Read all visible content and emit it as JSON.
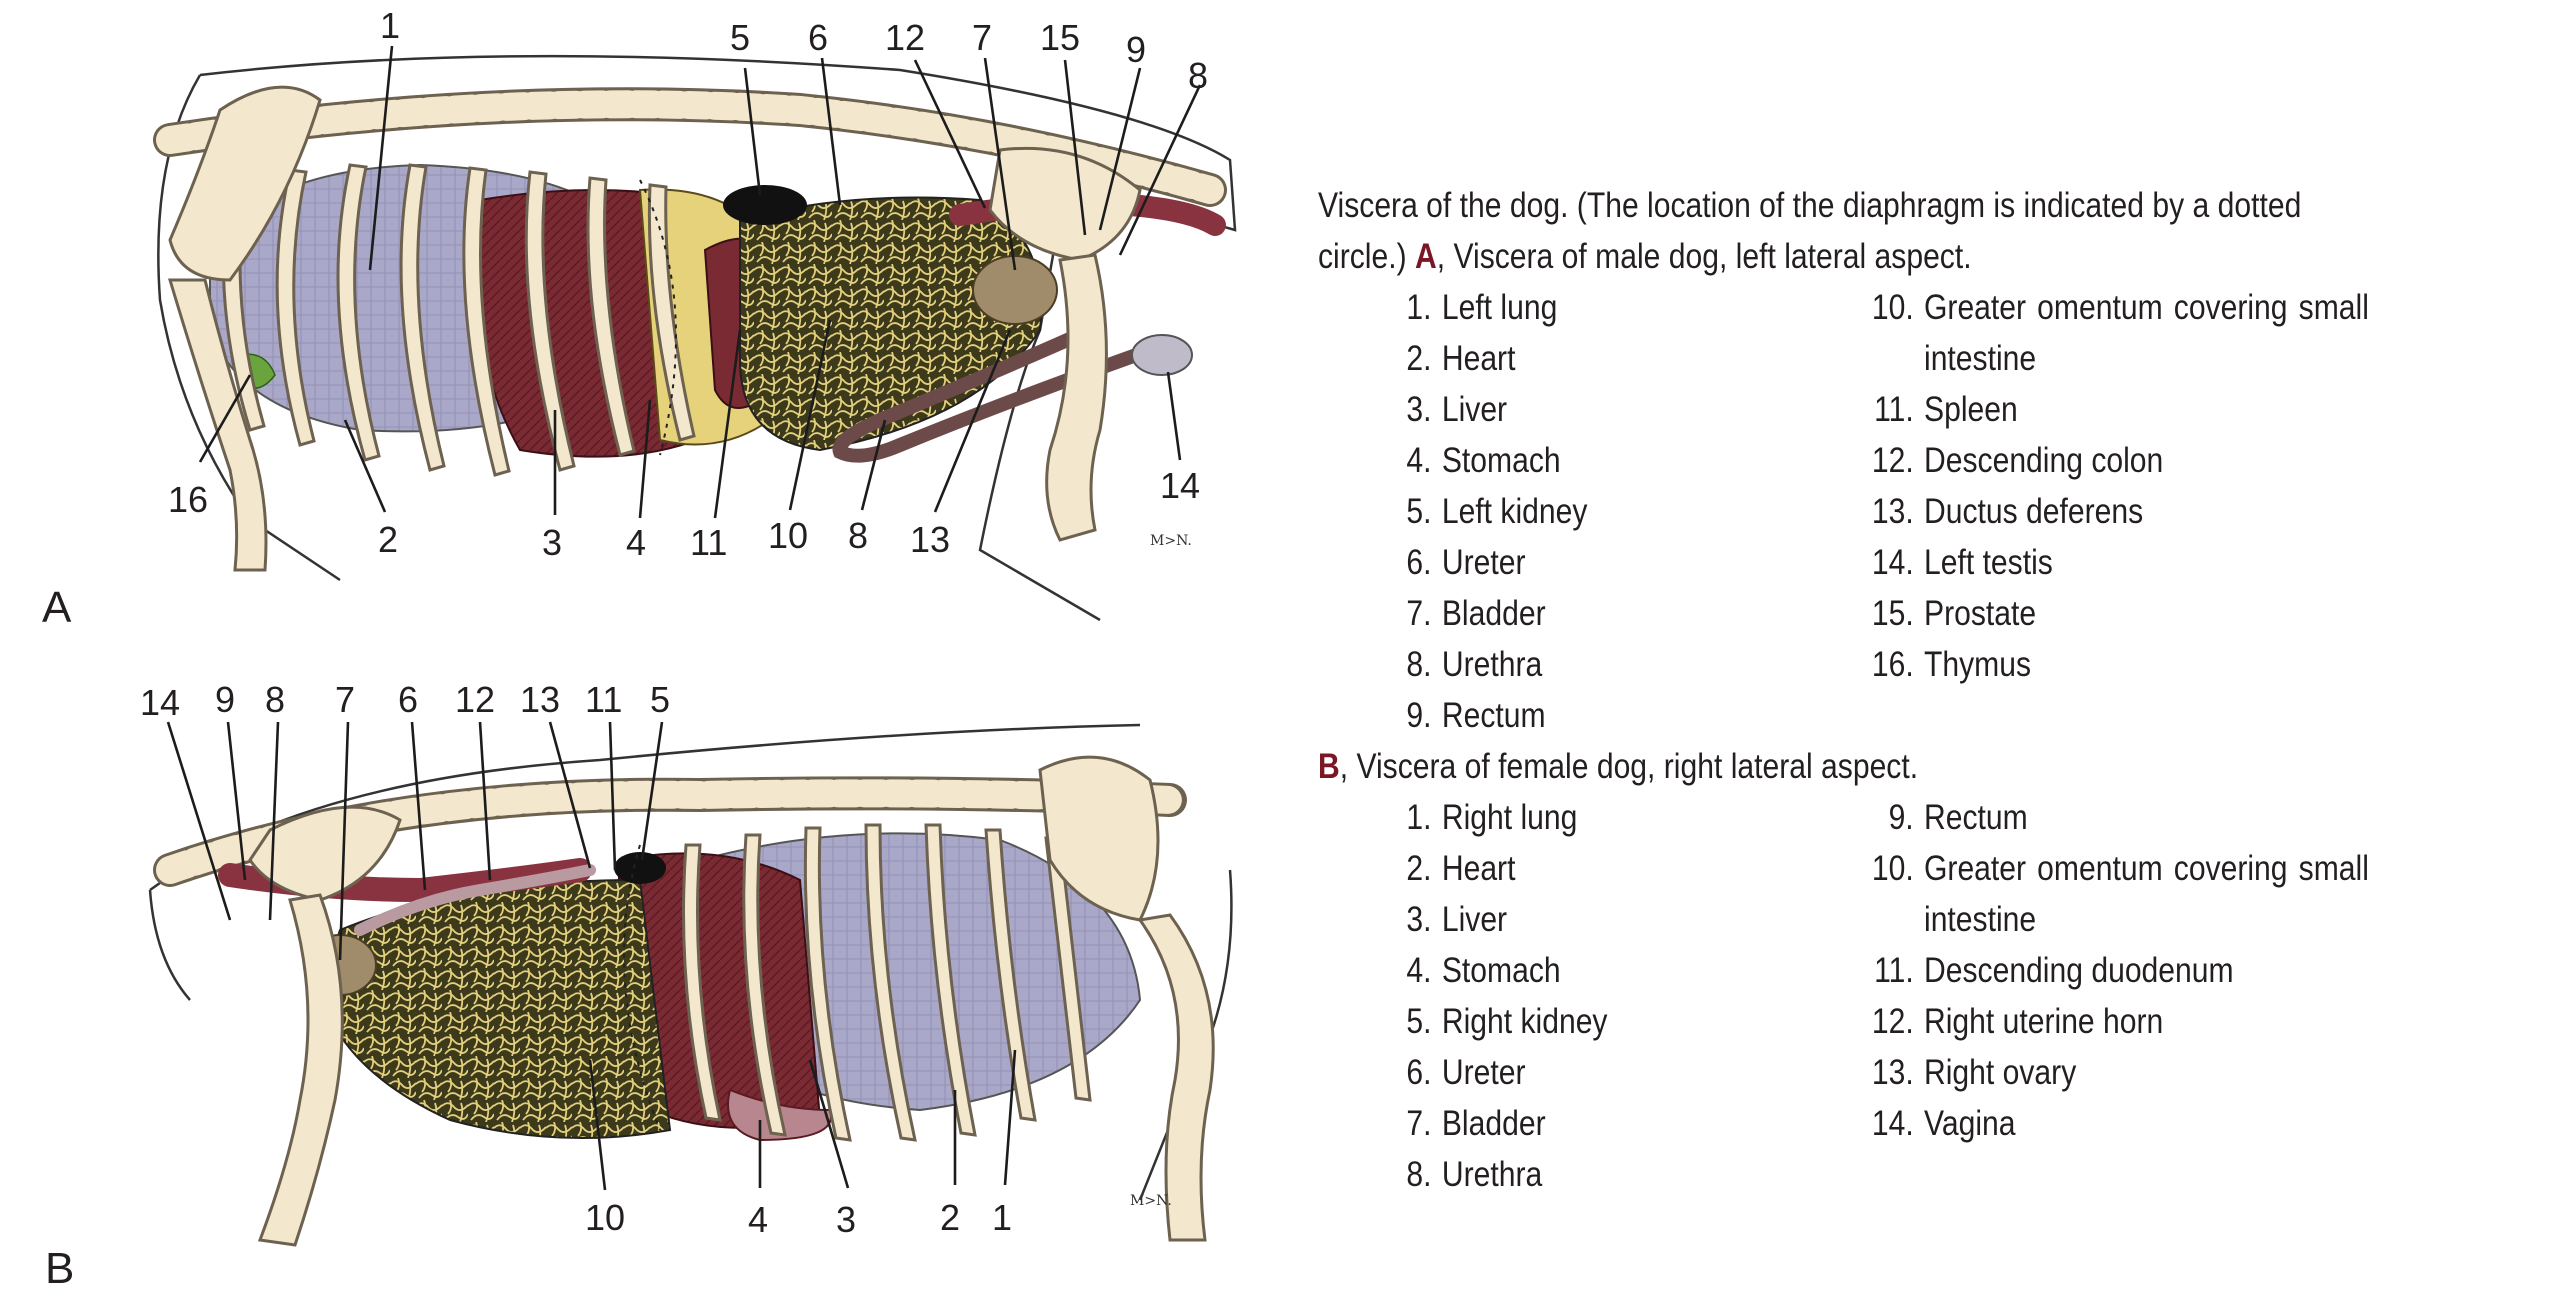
{
  "figure": {
    "panel_a": {
      "letter": "A",
      "labels": [
        "1",
        "5",
        "6",
        "12",
        "7",
        "15",
        "9",
        "8",
        "16",
        "2",
        "3",
        "4",
        "11",
        "10",
        "8",
        "13",
        "14"
      ],
      "artist_mark": "M>N."
    },
    "panel_b": {
      "letter": "B",
      "labels": [
        "14",
        "9",
        "8",
        "7",
        "6",
        "12",
        "13",
        "11",
        "5",
        "10",
        "4",
        "3",
        "2",
        "1"
      ],
      "artist_mark": "M>N."
    }
  },
  "caption": {
    "intro": "Viscera of the dog. (The location of the diaphragm is indicated by a dotted circle.)",
    "a": {
      "letter": "A",
      "title": ", Viscera of male dog, left lateral aspect.",
      "items": [
        {
          "n": "1.",
          "t": "Left lung"
        },
        {
          "n": "2.",
          "t": "Heart"
        },
        {
          "n": "3.",
          "t": "Liver"
        },
        {
          "n": "4.",
          "t": "Stomach"
        },
        {
          "n": "5.",
          "t": "Left kidney"
        },
        {
          "n": "6.",
          "t": "Ureter"
        },
        {
          "n": "7.",
          "t": "Bladder"
        },
        {
          "n": "8.",
          "t": "Urethra"
        },
        {
          "n": "9.",
          "t": "Rectum"
        },
        {
          "n": "10.",
          "t": "Greater omentum covering small intestine"
        },
        {
          "n": "11.",
          "t": "Spleen"
        },
        {
          "n": "12.",
          "t": "Descending colon"
        },
        {
          "n": "13.",
          "t": "Ductus deferens"
        },
        {
          "n": "14.",
          "t": "Left testis"
        },
        {
          "n": "15.",
          "t": "Prostate"
        },
        {
          "n": "16.",
          "t": "Thymus"
        }
      ]
    },
    "b": {
      "letter": "B",
      "title": ", Viscera of female dog, right lateral aspect.",
      "items": [
        {
          "n": "1.",
          "t": "Right lung"
        },
        {
          "n": "2.",
          "t": "Heart"
        },
        {
          "n": "3.",
          "t": "Liver"
        },
        {
          "n": "4.",
          "t": "Stomach"
        },
        {
          "n": "5.",
          "t": "Right kidney"
        },
        {
          "n": "6.",
          "t": "Ureter"
        },
        {
          "n": "7.",
          "t": "Bladder"
        },
        {
          "n": "8.",
          "t": "Urethra"
        },
        {
          "n": "9.",
          "t": "Rectum"
        },
        {
          "n": "10.",
          "t": "Greater omentum covering small intestine"
        },
        {
          "n": "11.",
          "t": "Descending duodenum"
        },
        {
          "n": "12.",
          "t": "Right uterine horn"
        },
        {
          "n": "13.",
          "t": "Right ovary"
        },
        {
          "n": "14.",
          "t": "Vagina"
        }
      ]
    }
  },
  "colors": {
    "bone": "#f3e7cd",
    "bone_outline": "#6d6150",
    "lung": "#a9a7c6",
    "liver_muscle": "#7a2a33",
    "omentum": "#3d3a1c",
    "fat": "#e6d27a",
    "kidney": "#111111",
    "bladder": "#a08c6a",
    "accent_letter": "#7b1624"
  }
}
